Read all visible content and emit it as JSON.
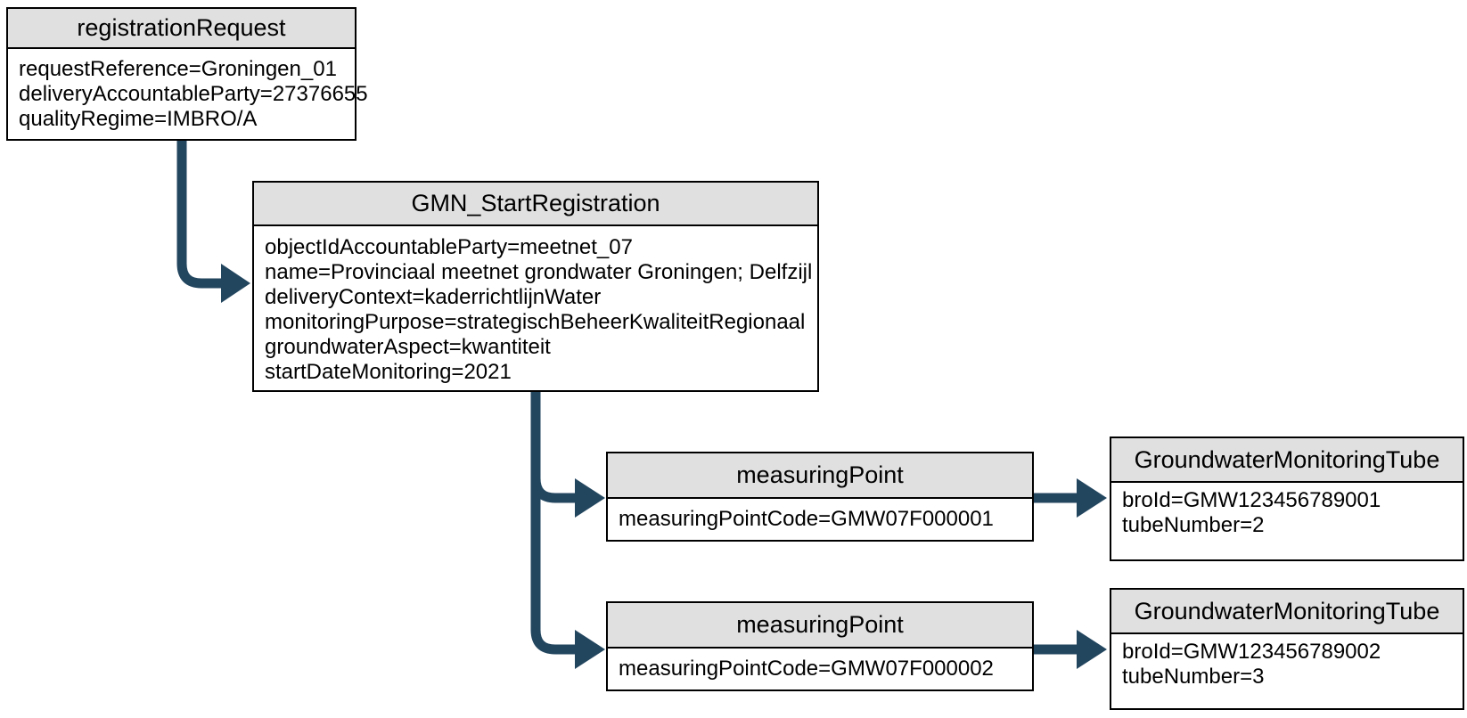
{
  "diagram": {
    "type": "object-diagram",
    "colors": {
      "arrow": "#23465f",
      "header_bg": "#e0e0e0",
      "border": "#000000",
      "box_bg": "#ffffff",
      "text": "#000000"
    },
    "boxes": {
      "registration_request": {
        "title": "registrationRequest",
        "lines": [
          "requestReference=Groningen_01",
          "deliveryAccountableParty=27376655",
          "qualityRegime=IMBRO/A"
        ]
      },
      "gmn_start_registration": {
        "title": "GMN_StartRegistration",
        "lines": [
          "objectIdAccountableParty=meetnet_07",
          "name=Provinciaal meetnet grondwater Groningen; Delfzijl",
          "deliveryContext=kaderrichtlijnWater",
          "monitoringPurpose=strategischBeheerKwaliteitRegionaal",
          "groundwaterAspect=kwantiteit",
          "startDateMonitoring=2021"
        ]
      },
      "measuring_point_1": {
        "title": "measuringPoint",
        "lines": [
          "measuringPointCode=GMW07F000001"
        ]
      },
      "measuring_point_2": {
        "title": "measuringPoint",
        "lines": [
          "measuringPointCode=GMW07F000002"
        ]
      },
      "groundwater_monitoring_tube_1": {
        "title": "GroundwaterMonitoringTube",
        "lines": [
          "broId=GMW123456789001",
          "tubeNumber=2"
        ]
      },
      "groundwater_monitoring_tube_2": {
        "title": "GroundwaterMonitoringTube",
        "lines": [
          "broId=GMW123456789002",
          "tubeNumber=3"
        ]
      }
    },
    "connectors": [
      {
        "from": "registration_request",
        "to": "gmn_start_registration"
      },
      {
        "from": "gmn_start_registration",
        "to": "measuring_point_1"
      },
      {
        "from": "gmn_start_registration",
        "to": "measuring_point_2"
      },
      {
        "from": "measuring_point_1",
        "to": "groundwater_monitoring_tube_1"
      },
      {
        "from": "measuring_point_2",
        "to": "groundwater_monitoring_tube_2"
      }
    ]
  }
}
